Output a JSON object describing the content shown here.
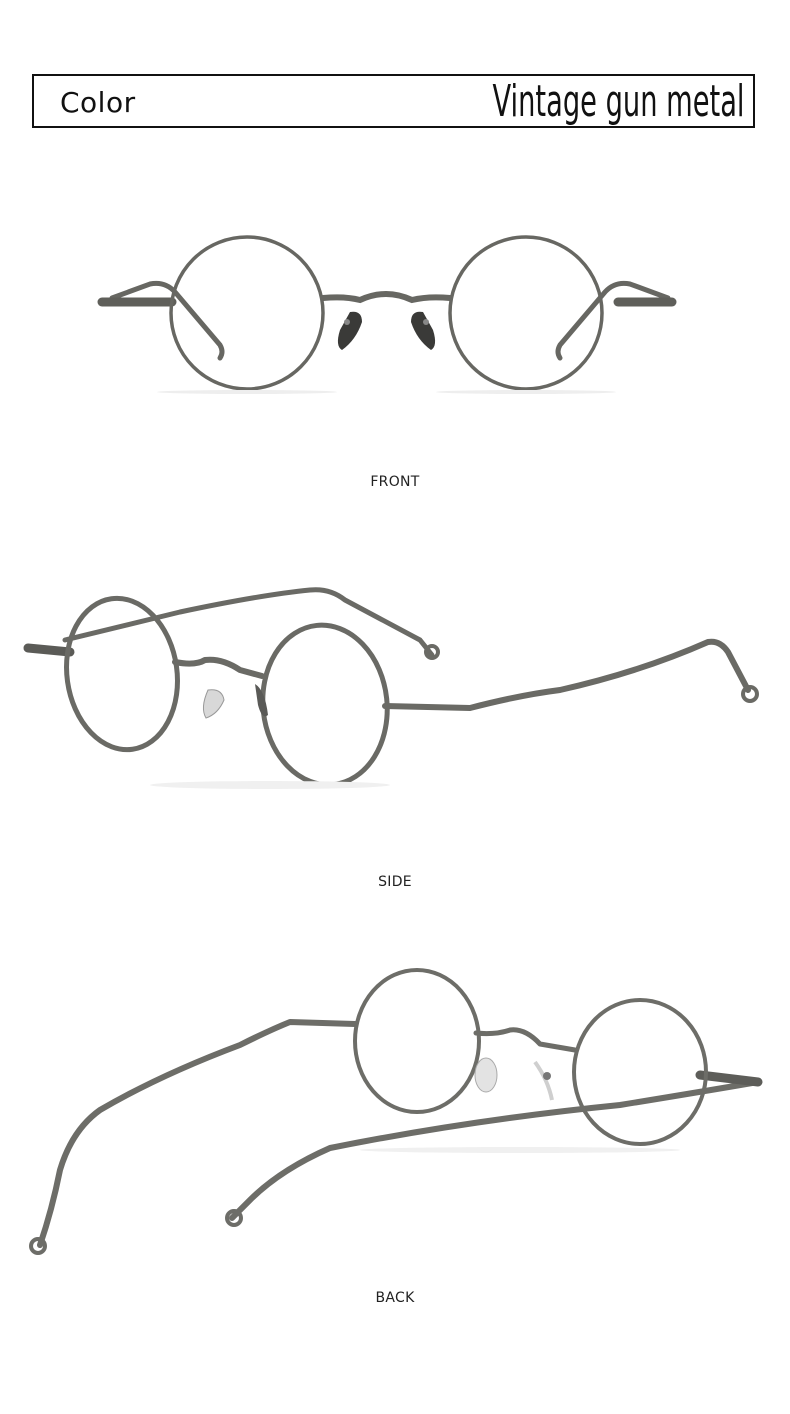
{
  "header": {
    "label": "Color",
    "value": "Vintage gun metal"
  },
  "views": [
    {
      "caption": "FRONT",
      "image": "glasses-front-view"
    },
    {
      "caption": "SIDE",
      "image": "glasses-side-view"
    },
    {
      "caption": "BACK",
      "image": "glasses-back-view"
    }
  ],
  "colors": {
    "frame": "#6b6b66",
    "frame_dark": "#4f4f4b",
    "background": "#ffffff",
    "text": "#111111"
  }
}
